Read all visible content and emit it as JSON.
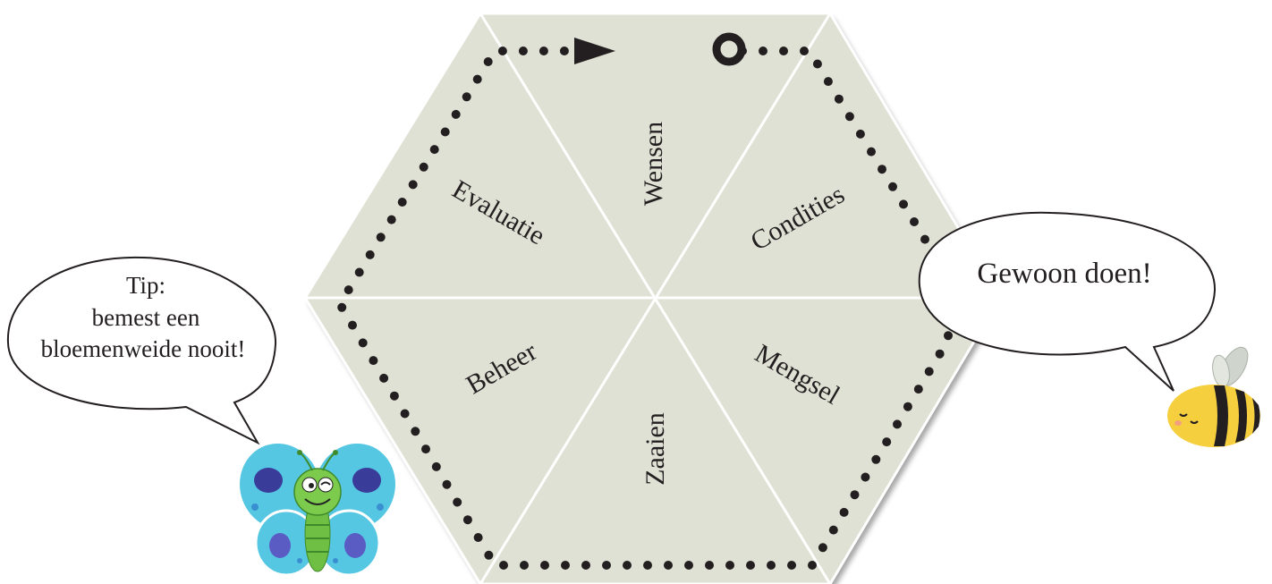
{
  "diagram": {
    "segments": [
      "Wensen",
      "Condities",
      "Mengsel",
      "Zaaien",
      "Beheer",
      "Evaluatie"
    ],
    "colors": {
      "hexagon_fill": "#dfe1d4",
      "divider": "#ffffff",
      "path_dots": "#231f20",
      "text": "#231f20"
    },
    "path": {
      "start_marker": "circle-start-marker",
      "end_marker": "arrow-end-marker"
    }
  },
  "bubbles": {
    "tip": {
      "lines": [
        "Tip:",
        "bemest een",
        "bloemenweide nooit!"
      ]
    },
    "doen": {
      "text": "Gewoon doen!"
    }
  },
  "characters": {
    "butterfly": {
      "icon": "butterfly-icon"
    },
    "bee": {
      "icon": "bee-icon"
    }
  }
}
